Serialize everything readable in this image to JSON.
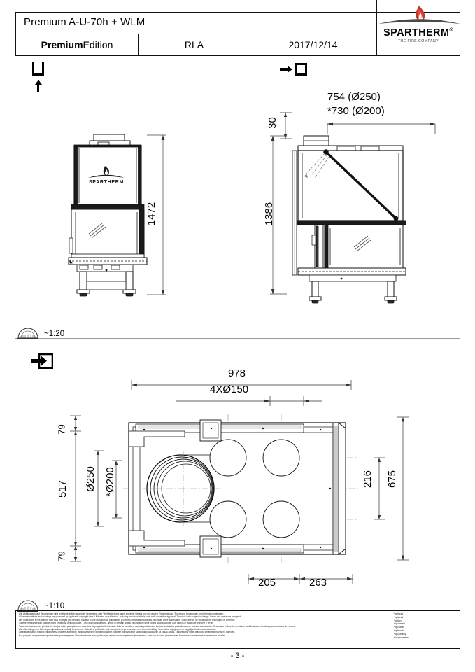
{
  "title_block": {
    "model": "Premium A-U-70h + WLM",
    "edition_bold": "Premium",
    "edition_rest": "Edition",
    "code": "RLA",
    "date": "2017/12/14",
    "brand": "SPARTHERM",
    "brand_reg": "®",
    "brand_tagline": "THE FIRE COMPANY"
  },
  "views": {
    "front_icon": "front-view-icon",
    "side_icon": "side-view-icon",
    "plan_icon": "plan-view-icon"
  },
  "elevation": {
    "logo_text": "SPARTHERM",
    "height_dim": "1472"
  },
  "side_view": {
    "top_dim_1": "754 (Ø250)",
    "top_dim_2": "*730 (Ø200)",
    "offset_dim": "30",
    "height_dim": "1386"
  },
  "scales": {
    "elevation": "~1:20",
    "plan": "~1:10"
  },
  "plan_view": {
    "width_dim": "978",
    "holes_dim": "4XØ150",
    "left_top_dim": "79",
    "left_mid_dim": "517",
    "left_bottom_dim": "79",
    "flue_outer": "Ø250",
    "flue_inner": "*Ø200",
    "right_inner_dim": "216",
    "right_outer_dim": "675",
    "bottom_dim_1": "205",
    "bottom_dim_2": "263"
  },
  "legal": {
    "lines": [
      "Alle Abbildungen und Zeichnungen sind urheberrechtlich geschützt. Verwertung oder Veröffentlichung, auch einzelner Details, nur mit unserer Genehmigung. Technische Änderungen und Irrtümer vorbehalten.",
      "All representations and drawings are protected by applicable copyright laws. Utilisation or publication, including individual details, only with our written approval. Technical data subject to change. Errors and omissions excepted.",
      "Les illustrations et les dessins sont tous protégés par des droit d'auteur. Toute utilisation ou publication, y compris de détails individuels, nécessite notre autorisation. Sous réserve de modifications techniques et d'erreurs.",
      "Tutte le immagini e tutti i disegni sono protetti da diritto d'autore. L'uso o la pubblicazione, anche di dettagli singoli, necessitano della nostra autorizzazione. Con riserva di modifiche tecniche e errori.",
      "Todas las ilustraciones y todos los dibujos están protegidos por derechos de propiedad intelectual. Solo se permite el uso o la publicación, incluso de detalles particulares, con nuestra autorización. Reservado el derecho a realizar modificaciones técnicas y correcciones de errores.",
      "Alle afbeeldingen en tekeningen zijn auteursrechtelijk beschermd. Gebruik of publicatie, ook van aparte gegevens, alleen met onze toelating. Technische wijzigingen en mogelijke fouten voorbehouden.",
      "Wszystkie grafiki i rysunki chronione są prawem autorskim. Wykorzystywanie lub publikowanie, również pojedynczych szczegółów, wyłącznie za naszą zgodą. Zastrzegamy sobie prawo do zmian technicznych i pomyłek.",
      "Все рисунки и чертежи защищены авторским правом. Использование или публикация, в том числе отдельных фрагментов, только с нашего разрешения. Возможны технические изменения и ошибки."
    ],
    "optional_lines": [
      "*optional",
      "*optional",
      "",
      "*option",
      "*opzionale",
      "*opcional",
      "",
      "*optionele",
      "*opcjonalny",
      "*опционально"
    ]
  },
  "page_number": "- 3 -"
}
